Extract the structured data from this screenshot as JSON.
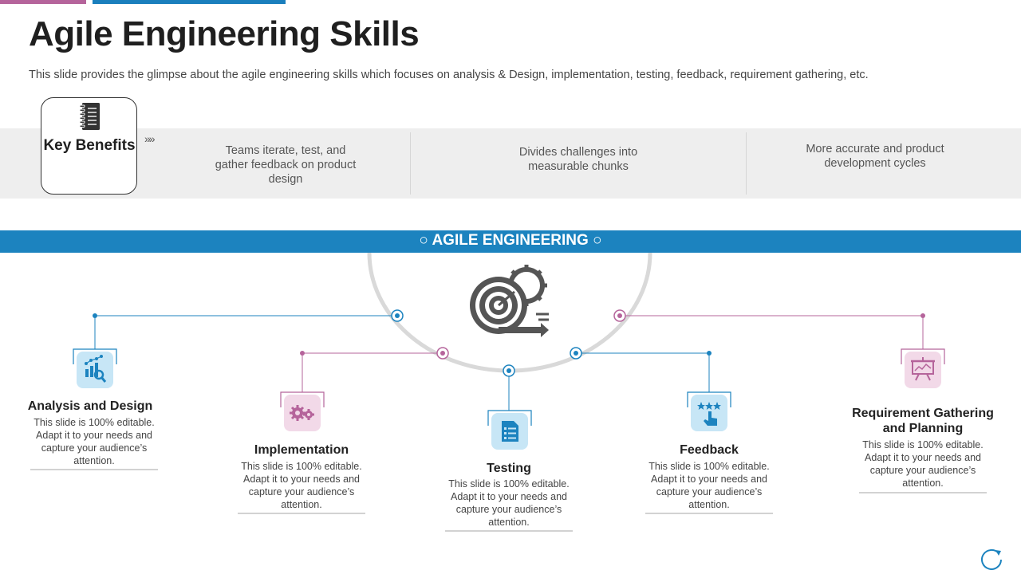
{
  "header": {
    "title": "Agile Engineering Skills",
    "subtitle": "This slide provides the glimpse about the agile engineering skills which focuses on analysis & Design, implementation, testing, feedback, requirement gathering, etc."
  },
  "key_benefits": {
    "label": "Key Benefits",
    "chevrons": "»»",
    "items": [
      "Teams iterate, test, and gather feedback on product design",
      "Divides challenges into measurable chunks",
      "More accurate and product development cycles"
    ]
  },
  "agile_banner": {
    "title": "○ AGILE ENGINEERING ○"
  },
  "items": [
    {
      "title": "Analysis and Design",
      "description": "This slide is 100% editable. Adapt it to your needs and capture your audience’s attention.",
      "icon": "analysis-chart-icon",
      "color": "#1c83bf"
    },
    {
      "title": "Implementation",
      "description": "This slide is 100% editable. Adapt it to your needs and capture your audience’s attention.",
      "icon": "gears-icon",
      "color": "#b5649b"
    },
    {
      "title": "Testing",
      "description": "This slide is 100% editable. Adapt it to your needs and capture your audience’s attention.",
      "icon": "document-checklist-icon",
      "color": "#1c83bf"
    },
    {
      "title": "Feedback",
      "description": "This slide is 100% editable. Adapt it to your needs and capture your audience’s attention.",
      "icon": "rating-hand-icon",
      "color": "#1c83bf"
    },
    {
      "title": "Requirement Gathering and Planning",
      "description": "This slide is 100% editable. Adapt it to your needs and capture your audience’s attention.",
      "icon": "presentation-board-icon",
      "color": "#b5649b"
    }
  ],
  "colors": {
    "pink": "#b5649b",
    "blue": "#1c83bf",
    "band": "#eeeeee",
    "arc": "#d9d9d9"
  }
}
